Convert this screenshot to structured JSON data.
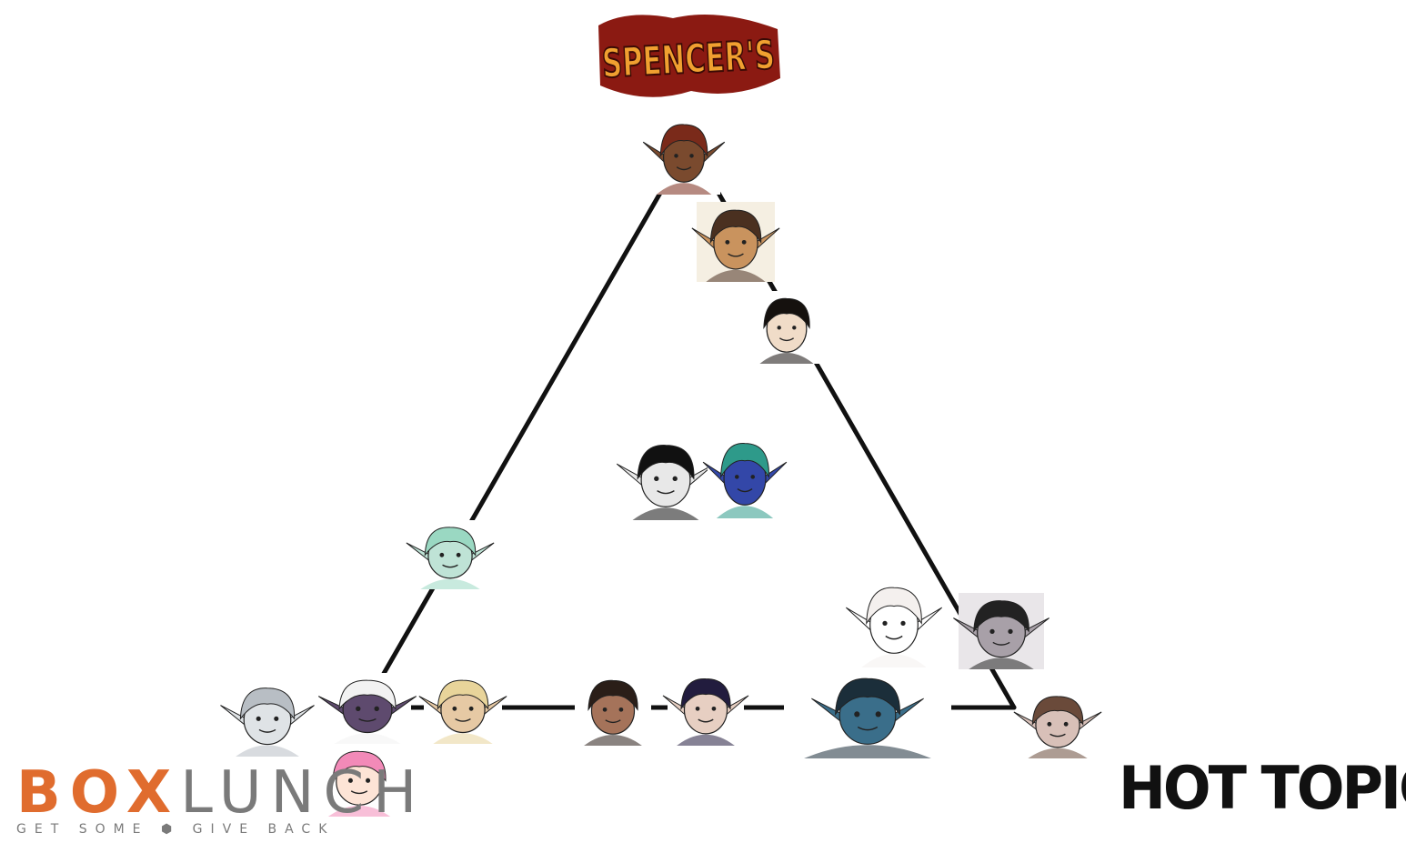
{
  "logos": {
    "spencers": "SPENCER'S",
    "boxlunch": {
      "box": "BOX",
      "lunch": "LUNCH",
      "tagline": "GET SOME ⬢ GIVE BACK"
    },
    "hottopic": "HOT TOPIC",
    "hottopic_mark": "®"
  },
  "colors": {
    "line": "#111111",
    "spencers_orange": "#f0a030",
    "spencers_outline": "#8b1a12",
    "boxlunch_orange": "#e06c2e",
    "boxlunch_gray": "#7a7a7a",
    "hottopic_black": "#111111"
  },
  "characters": [
    {
      "name": "red-haired-elf-portrait",
      "hair": "#7a2a1a",
      "skin": "#7a4a2e",
      "bg": "#ffffff",
      "ears": true
    },
    {
      "name": "braided-elf-portrait",
      "hair": "#4a3020",
      "skin": "#c9935e",
      "bg": "#f5efe2",
      "ears": true
    },
    {
      "name": "black-haired-elf-portrait",
      "hair": "#15110e",
      "skin": "#f0dcc8",
      "bg": "#ffffff",
      "ears": false
    },
    {
      "name": "grayscale-laughing-portrait",
      "hair": "#111111",
      "skin": "#e8e8e8",
      "bg": "#ffffff",
      "ears": true
    },
    {
      "name": "blue-tiefling-portrait",
      "hair": "#2e9a8a",
      "skin": "#3347a8",
      "bg": "#ffffff",
      "ears": true
    },
    {
      "name": "mint-haired-elf-portrait",
      "hair": "#9ad8c2",
      "skin": "#bfe3d6",
      "bg": "#ffffff",
      "ears": true
    },
    {
      "name": "white-cat-portrait",
      "hair": "#f4f0ee",
      "skin": "#ffffff",
      "bg": "#ffffff",
      "ears": true
    },
    {
      "name": "gray-goblin-portrait",
      "hair": "#222222",
      "skin": "#a8a0a8",
      "bg": "#e9e6e9",
      "ears": true
    },
    {
      "name": "owl-creature-portrait",
      "hair": "#b8bec4",
      "skin": "#dfe3e6",
      "bg": "#ffffff",
      "ears": true
    },
    {
      "name": "drow-glasses-portrait",
      "hair": "#f2f2f2",
      "skin": "#5e4a6e",
      "bg": "#ffffff",
      "ears": true
    },
    {
      "name": "blonde-elf-portrait",
      "hair": "#e8d49a",
      "skin": "#e6c9a4",
      "bg": "#ffffff",
      "ears": true
    },
    {
      "name": "dark-haired-glasses-portrait",
      "hair": "#2a1e18",
      "skin": "#a5735a",
      "bg": "#ffffff",
      "ears": false
    },
    {
      "name": "indigo-haired-portrait",
      "hair": "#221c3e",
      "skin": "#e7cfc2",
      "bg": "#ffffff",
      "ears": true
    },
    {
      "name": "blue-skinned-elf-portrait",
      "hair": "#1b2e3a",
      "skin": "#3a6e8a",
      "bg": "#ffffff",
      "ears": true
    },
    {
      "name": "hooded-pale-portrait",
      "hair": "#6a4a3a",
      "skin": "#d8c0b8",
      "bg": "#ffffff",
      "ears": true
    },
    {
      "name": "pink-haired-girl-portrait",
      "hair": "#f28ab8",
      "skin": "#fde4d6",
      "bg": "#ffffff",
      "ears": false
    }
  ]
}
